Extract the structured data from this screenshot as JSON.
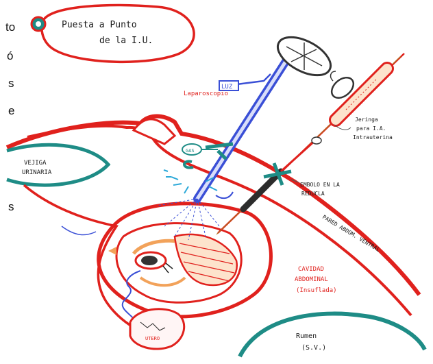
{
  "edge_text": [
    "to",
    "ó",
    "s",
    "e",
    "s"
  ],
  "title": {
    "line1": "Puesta a Punto",
    "line2": "de la I.U."
  },
  "labels": {
    "laparoscopio": "Laparoscopio",
    "luz": "LUZ",
    "gas": "GAS",
    "jeringa": "Jeringa para I.A. Intrauterina",
    "embolo": "EMBOLO EN LA REDUCLA",
    "vejiga": "VEJIGA URINARIA",
    "pared": "PARED ABDOM. VENTRAL",
    "cavidad": "CAVIDAD ABDOMINAL (Insuflada)",
    "rumen": "Rumen (S.V.)",
    "utero": "UTERO"
  },
  "colors": {
    "red": "#e0211d",
    "blue": "#3a4fd6",
    "teal": "#1e8c86",
    "orange": "#f2a25a",
    "dark": "#222222"
  }
}
